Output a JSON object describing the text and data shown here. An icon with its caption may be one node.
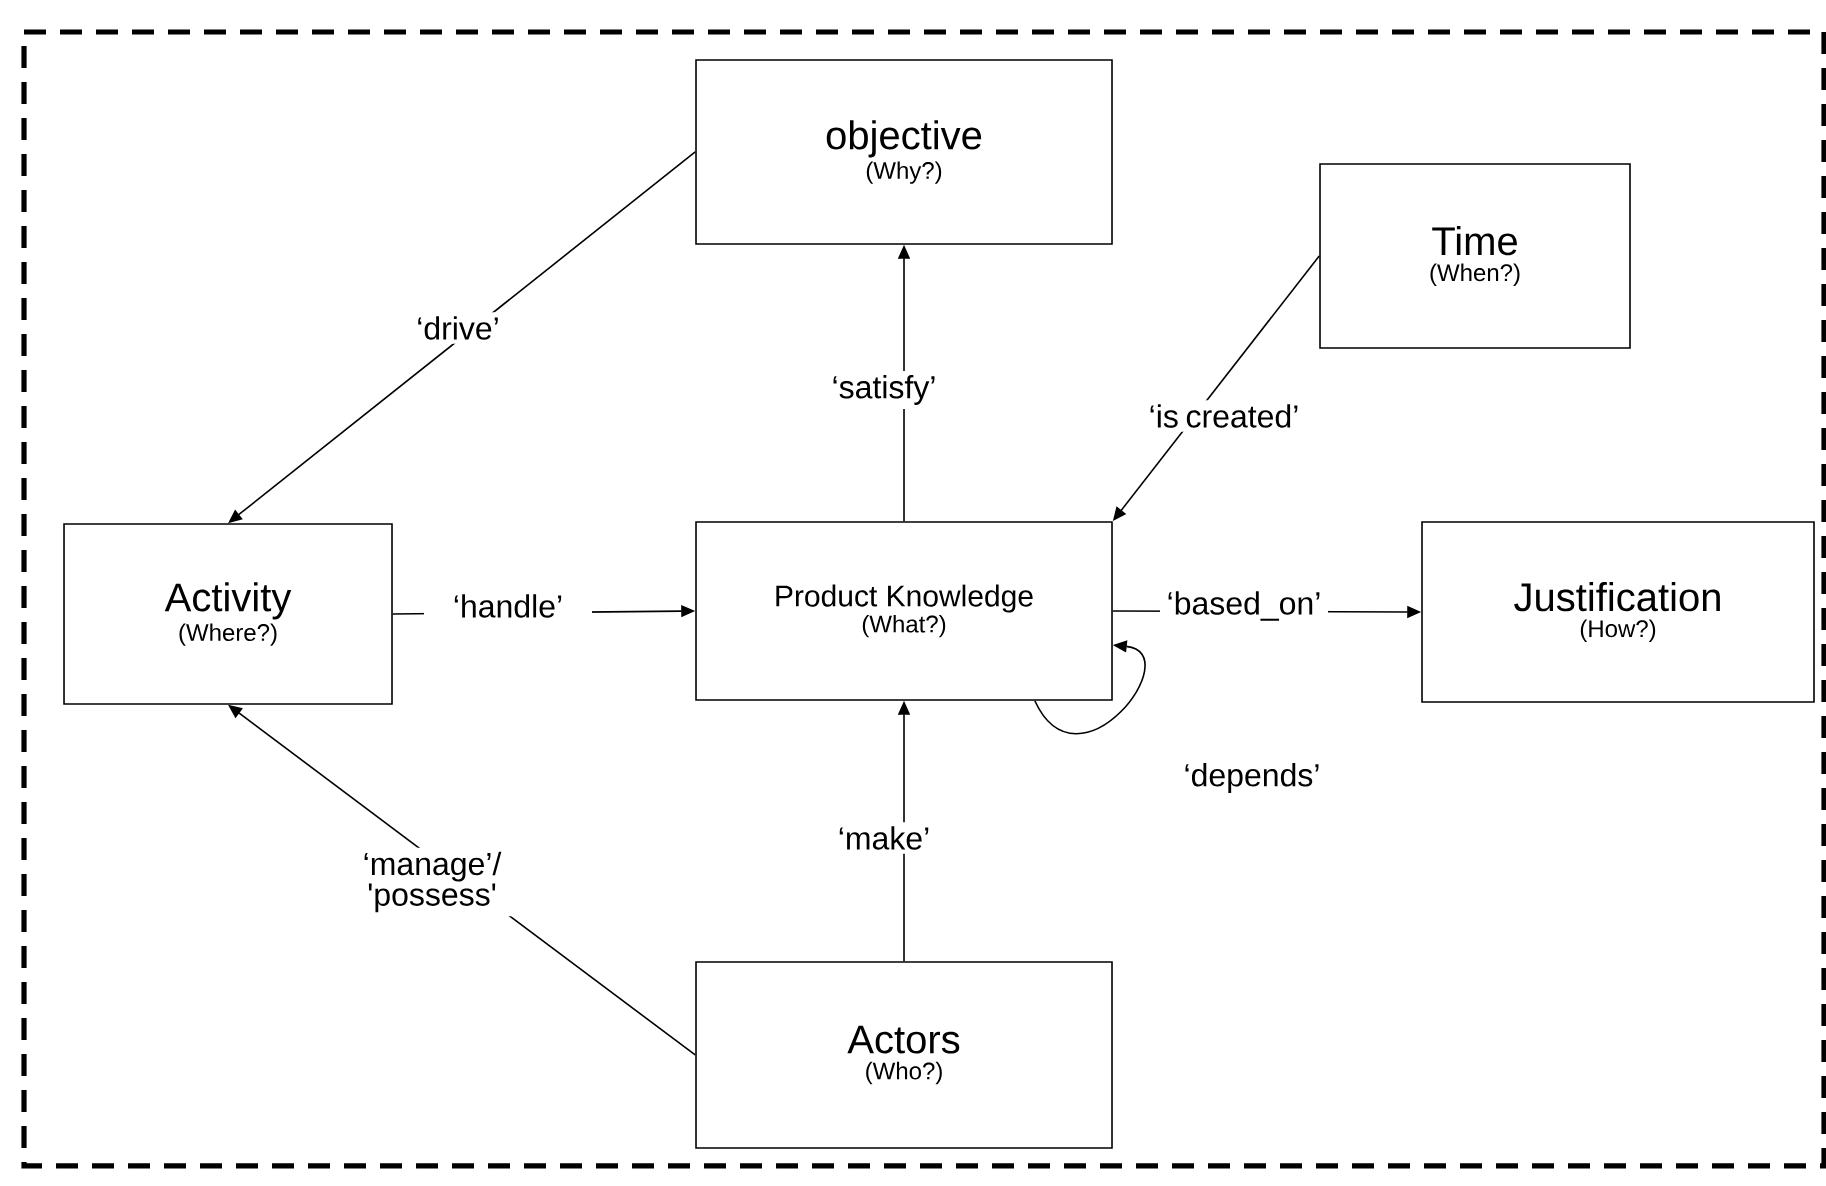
{
  "diagram": {
    "nodes": [
      {
        "text": [
          "objective",
          "(Why?)"
        ]
      },
      {
        "text": [
          "Time",
          "(When?)"
        ]
      },
      {
        "text": [
          "Activity",
          "(Where?)"
        ]
      },
      {
        "text": [
          "Product Knowledge",
          "(What?)"
        ]
      },
      {
        "text": [
          "Justification",
          "(How?)"
        ]
      },
      {
        "text": [
          "Actors",
          "(Who?)"
        ]
      }
    ],
    "edges": [
      {
        "from": 0,
        "to": 2,
        "arrow": "to",
        "label": "‘drive’"
      },
      {
        "from": 3,
        "to": 0,
        "arrow": "to",
        "label": "‘satisfy’"
      },
      {
        "from": 1,
        "to": 3,
        "arrow": "to",
        "label": "‘is created’"
      },
      {
        "from": 2,
        "to": 3,
        "arrow": "to",
        "label": "‘handle’"
      },
      {
        "from": 3,
        "to": 4,
        "arrow": "to",
        "label": "‘based_on’"
      },
      {
        "from": 3,
        "to": 3,
        "arrow": "to",
        "label": "‘depends’"
      },
      {
        "from": 5,
        "to": 3,
        "arrow": "to",
        "label": "‘make’"
      },
      {
        "from": 5,
        "to": 2,
        "arrow": "to",
        "label": "‘manage’/ 'possess'"
      }
    ]
  }
}
